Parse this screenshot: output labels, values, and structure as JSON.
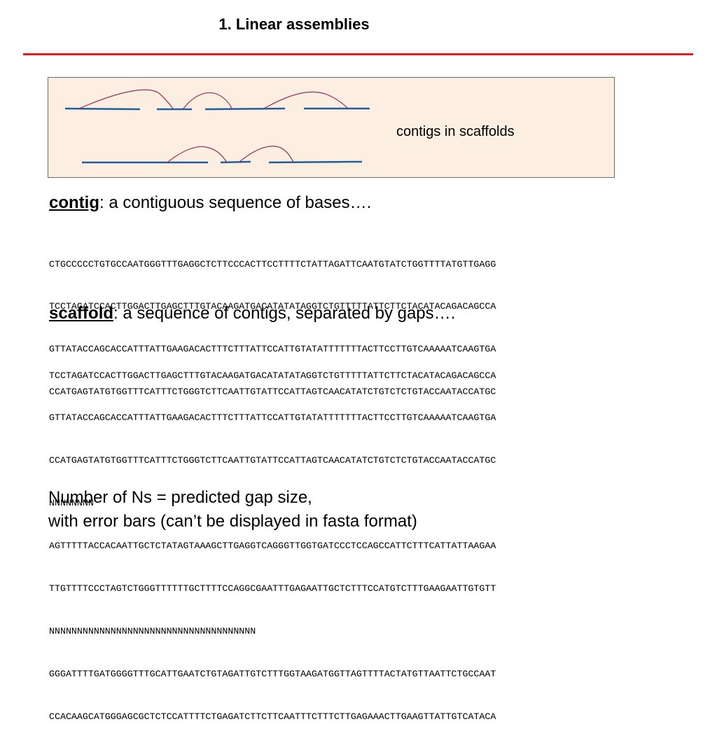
{
  "title": "1.  Linear assemblies",
  "diagram": {
    "caption": "contigs in scaffolds"
  },
  "contig": {
    "term": "contig",
    "definition": ": a contiguous sequence of bases….",
    "sequence": [
      "CTGCCCCCTGTGCCAATGGGTTTGAGGCTCTTCCCACTTCCTTTTCTATTAGATTCAATGTATCTGGTTTTATGTTGAGG",
      "TCCTAGATCCACTTGGACTTGAGCTTTGTACAAGATGACATATATAGGTCTGTTTTTATTCTTCTACATACAGACAGCCA",
      "GTTATACCAGCACCATTTATTGAAGACACTTTCTTTATTCCATTGTATATTTTTTTACTTCCTTGTCAAAAATCAAGTGA",
      "CCATGAGTATGTGGTTTCATTTCTGGGTCTTCAATTGTATTCCATTAGTCAACATATCTGTCTCTGTACCAATACCATGC"
    ]
  },
  "scaffold": {
    "term": "scaffold",
    "definition": ": a sequence of contigs, separated by gaps….",
    "sequence": [
      "TCCTAGATCCACTTGGACTTGAGCTTTGTACAAGATGACATATATAGGTCTGTTTTTATTCTTCTACATACAGACAGCCA",
      "GTTATACCAGCACCATTTATTGAAGACACTTTCTTTATTCCATTGTATATTTTTTTACTTCCTTGTCAAAAATCAAGTGA",
      "CCATGAGTATGTGGTTTCATTTCTGGGTCTTCAATTGTATTCCATTAGTCAACATATCTGTCTCTGTACCAATACCATGC",
      "NNNNNNNN",
      "AGTTTTTACCACAATTGCTCTATAGTAAAGCTTGAGGTCAGGGTTGGTGATCCCTCCAGCCATTCTTTCATTATTAAGAA",
      "TTGTTTTCCCTAGTCTGGGTTTTTTGCTTTTCCAGGCGAATTTGAGAATTGCTCTTTCCATGTCTTTGAAGAATTGTGTT",
      "NNNNNNNNNNNNNNNNNNNNNNNNNNNNNNNNNNNNN",
      "GGGATTTTGATGGGGTTTGCATTGAATCTGTAGATTGTCTTTGGTAAGATGGTTAGTTTTACTATGTTAATTCTGCCAAT",
      "CCACAAGCATGGGAGCGCTCTCCATTTTCTGAGATCTTCTTCAATTTCTTTCTTGAGAAACTTGAAGTTATTGTCATACA"
    ]
  },
  "footer": {
    "line1": "Number of Ns = predicted gap size,",
    "line2": "with error bars (can’t be displayed in fasta format)"
  },
  "colors": {
    "rule": "#e41e1e",
    "box_fill": "#fcefe2",
    "contig_line": "#1f5f9e",
    "link_arc": "#9b2d5a"
  }
}
